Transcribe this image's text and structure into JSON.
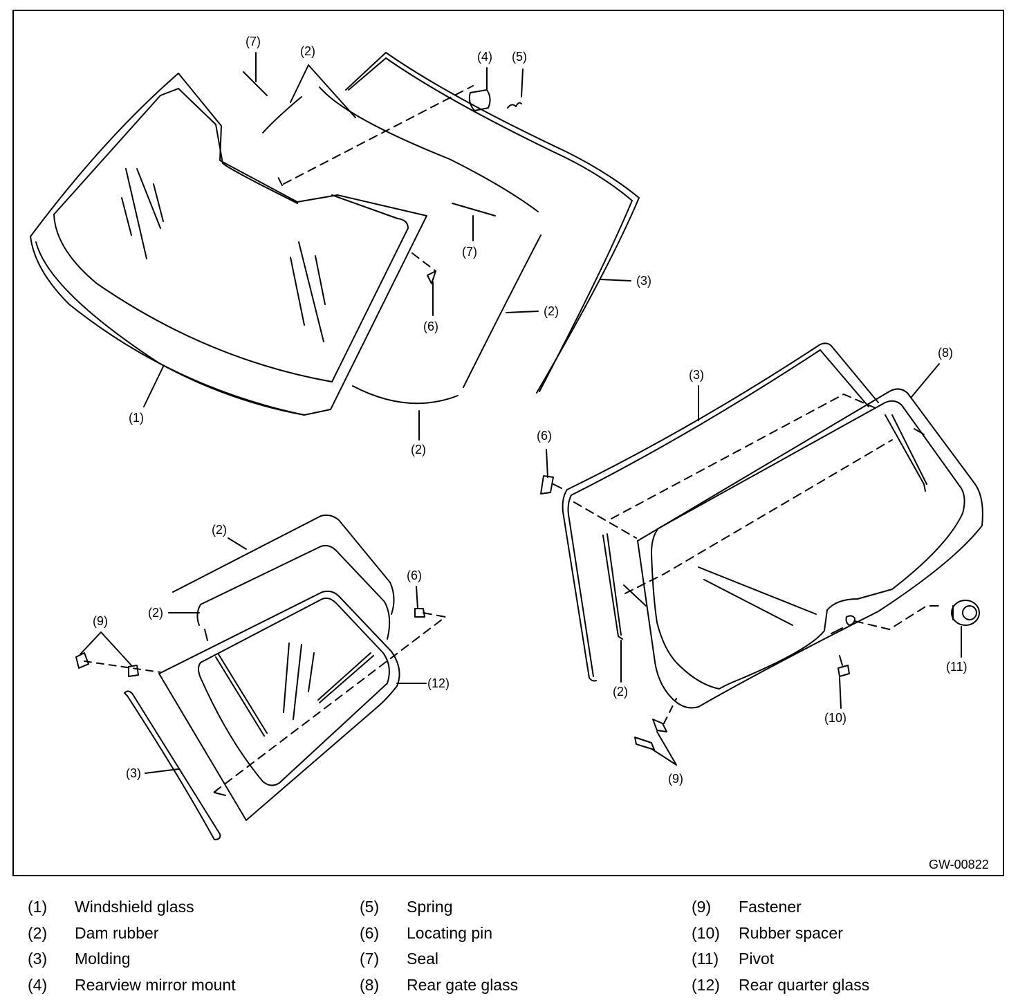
{
  "figure_id": "GW-00822",
  "callouts": {
    "c1": "(1)",
    "c2": "(2)",
    "c3": "(3)",
    "c4": "(4)",
    "c5": "(5)",
    "c6": "(6)",
    "c7": "(7)",
    "c8": "(8)",
    "c9": "(9)",
    "c10": "(10)",
    "c11": "(11)",
    "c12": "(12)"
  },
  "legend": [
    {
      "num": "(1)",
      "label": "Windshield glass"
    },
    {
      "num": "(2)",
      "label": "Dam rubber"
    },
    {
      "num": "(3)",
      "label": "Molding"
    },
    {
      "num": "(4)",
      "label": "Rearview mirror mount"
    },
    {
      "num": "(5)",
      "label": "Spring"
    },
    {
      "num": "(6)",
      "label": "Locating pin"
    },
    {
      "num": "(7)",
      "label": "Seal"
    },
    {
      "num": "(8)",
      "label": "Rear gate glass"
    },
    {
      "num": "(9)",
      "label": "Fastener"
    },
    {
      "num": "(10)",
      "label": "Rubber spacer"
    },
    {
      "num": "(11)",
      "label": "Pivot"
    },
    {
      "num": "(12)",
      "label": "Rear quarter glass"
    }
  ]
}
